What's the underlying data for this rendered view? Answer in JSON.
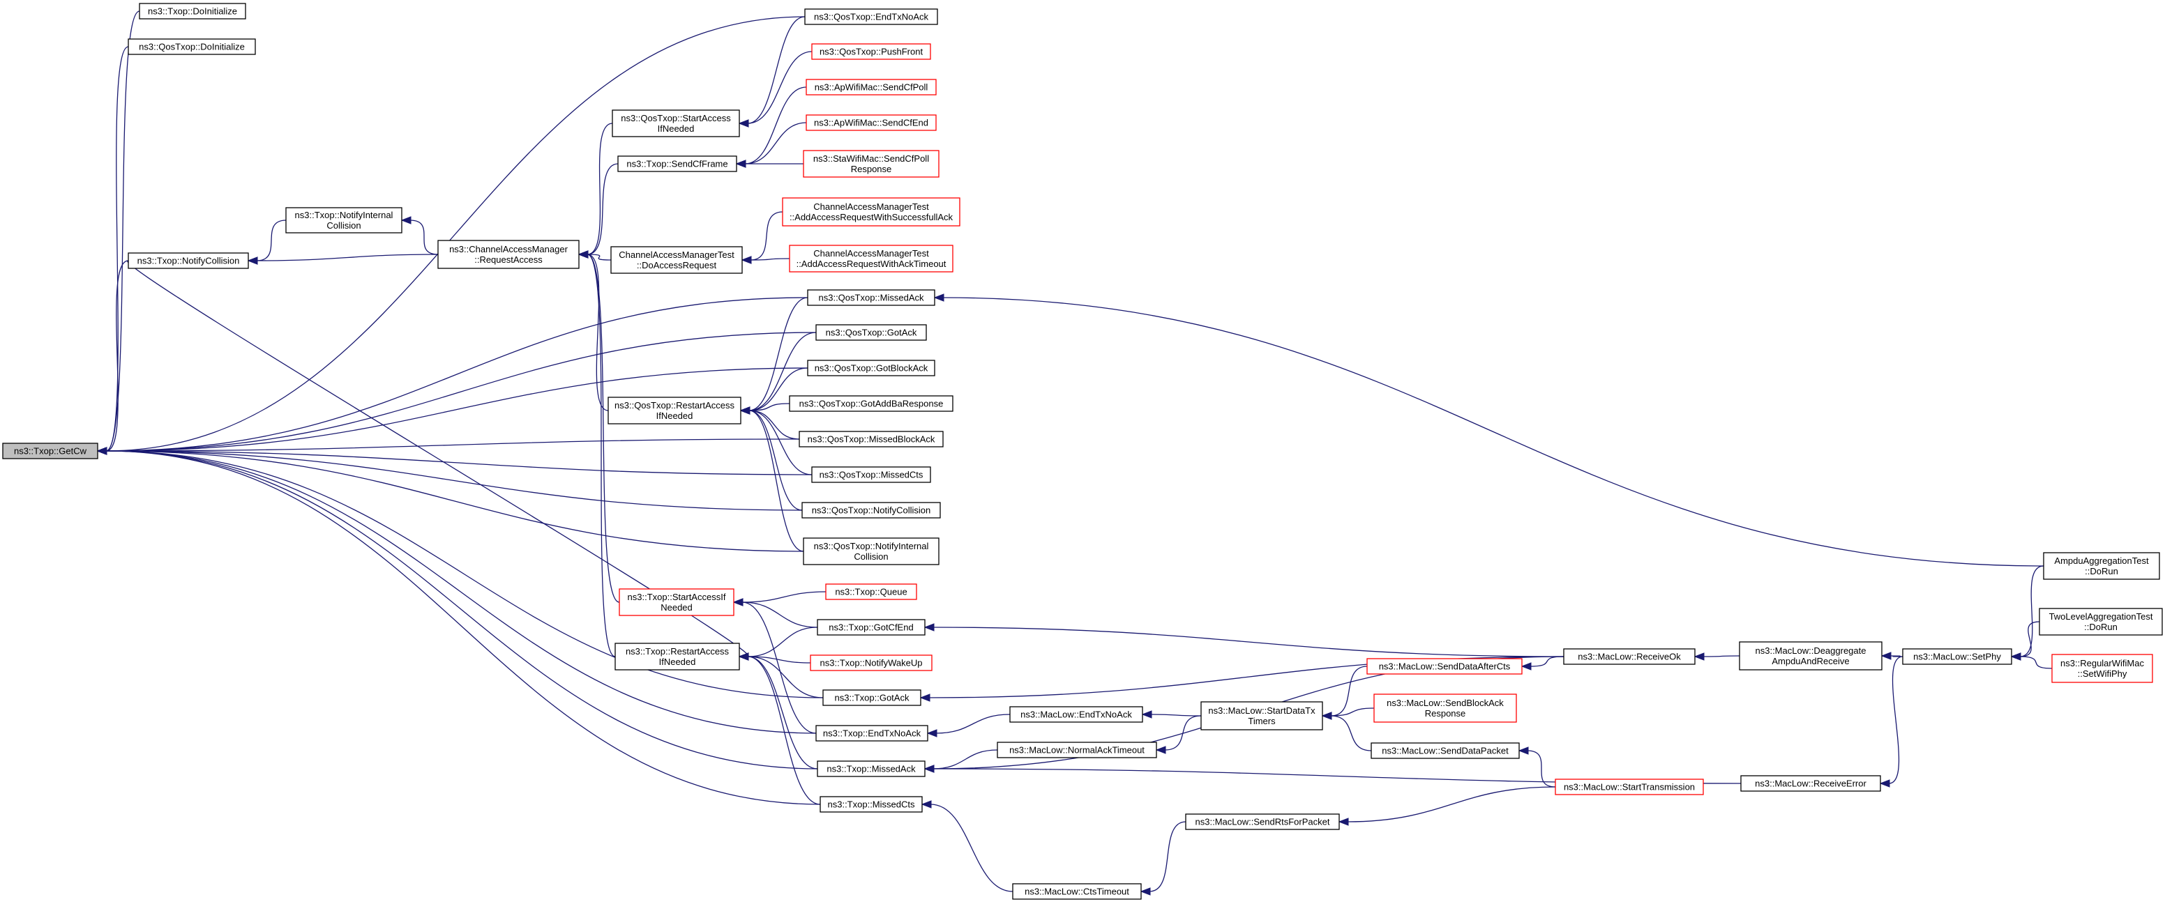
{
  "graph": {
    "root": "getcw",
    "nodes": [
      {
        "id": "getcw",
        "lines": [
          "ns3::Txop::GetCw"
        ],
        "style": "root"
      },
      {
        "id": "txop_doinit",
        "lines": [
          "ns3::Txop::DoInitialize"
        ],
        "style": "normal"
      },
      {
        "id": "qos_doinit",
        "lines": [
          "ns3::QosTxop::DoInitialize"
        ],
        "style": "normal"
      },
      {
        "id": "txop_notifycoll",
        "lines": [
          "ns3::Txop::NotifyCollision"
        ],
        "style": "normal"
      },
      {
        "id": "txop_notifyint",
        "lines": [
          "ns3::Txop::NotifyInternal",
          "Collision"
        ],
        "style": "normal"
      },
      {
        "id": "cam_reqaccess",
        "lines": [
          "ns3::ChannelAccessManager",
          "::RequestAccess"
        ],
        "style": "normal"
      },
      {
        "id": "qos_startaccess",
        "lines": [
          "ns3::QosTxop::StartAccess",
          "IfNeeded"
        ],
        "style": "normal"
      },
      {
        "id": "txop_sendcf",
        "lines": [
          "ns3::Txop::SendCfFrame"
        ],
        "style": "normal"
      },
      {
        "id": "camtest_doaccess",
        "lines": [
          "ChannelAccessManagerTest",
          "::DoAccessRequest"
        ],
        "style": "normal"
      },
      {
        "id": "qos_restart",
        "lines": [
          "ns3::QosTxop::RestartAccess",
          "IfNeeded"
        ],
        "style": "normal"
      },
      {
        "id": "txop_startaccess",
        "lines": [
          "ns3::Txop::StartAccessIf",
          "Needed"
        ],
        "style": "red"
      },
      {
        "id": "txop_restart",
        "lines": [
          "ns3::Txop::RestartAccess",
          "IfNeeded"
        ],
        "style": "normal"
      },
      {
        "id": "qos_endtxnoack",
        "lines": [
          "ns3::QosTxop::EndTxNoAck"
        ],
        "style": "normal"
      },
      {
        "id": "qos_pushfront",
        "lines": [
          "ns3::QosTxop::PushFront"
        ],
        "style": "red"
      },
      {
        "id": "ap_sendcfpoll",
        "lines": [
          "ns3::ApWifiMac::SendCfPoll"
        ],
        "style": "red"
      },
      {
        "id": "ap_sendcfend",
        "lines": [
          "ns3::ApWifiMac::SendCfEnd"
        ],
        "style": "red"
      },
      {
        "id": "sta_sendcfpoll",
        "lines": [
          "ns3::StaWifiMac::SendCfPoll",
          "Response"
        ],
        "style": "red"
      },
      {
        "id": "camtest_success",
        "lines": [
          "ChannelAccessManagerTest",
          "::AddAccessRequestWithSuccessfullAck"
        ],
        "style": "red"
      },
      {
        "id": "camtest_timeout",
        "lines": [
          "ChannelAccessManagerTest",
          "::AddAccessRequestWithAckTimeout"
        ],
        "style": "red"
      },
      {
        "id": "qos_missedack",
        "lines": [
          "ns3::QosTxop::MissedAck"
        ],
        "style": "normal"
      },
      {
        "id": "qos_gotack",
        "lines": [
          "ns3::QosTxop::GotAck"
        ],
        "style": "normal"
      },
      {
        "id": "qos_gotblockack",
        "lines": [
          "ns3::QosTxop::GotBlockAck"
        ],
        "style": "normal"
      },
      {
        "id": "qos_gotaddba",
        "lines": [
          "ns3::QosTxop::GotAddBaResponse"
        ],
        "style": "normal"
      },
      {
        "id": "qos_missedblockack",
        "lines": [
          "ns3::QosTxop::MissedBlockAck"
        ],
        "style": "normal"
      },
      {
        "id": "qos_missedcts",
        "lines": [
          "ns3::QosTxop::MissedCts"
        ],
        "style": "normal"
      },
      {
        "id": "qos_notifycoll",
        "lines": [
          "ns3::QosTxop::NotifyCollision"
        ],
        "style": "normal"
      },
      {
        "id": "qos_notifyint",
        "lines": [
          "ns3::QosTxop::NotifyInternal",
          "Collision"
        ],
        "style": "normal"
      },
      {
        "id": "txop_queue",
        "lines": [
          "ns3::Txop::Queue"
        ],
        "style": "red"
      },
      {
        "id": "txop_gotcfend",
        "lines": [
          "ns3::Txop::GotCfEnd"
        ],
        "style": "normal"
      },
      {
        "id": "txop_notifywake",
        "lines": [
          "ns3::Txop::NotifyWakeUp"
        ],
        "style": "red"
      },
      {
        "id": "txop_gotack",
        "lines": [
          "ns3::Txop::GotAck"
        ],
        "style": "normal"
      },
      {
        "id": "txop_endtxnoack",
        "lines": [
          "ns3::Txop::EndTxNoAck"
        ],
        "style": "normal"
      },
      {
        "id": "txop_missedack",
        "lines": [
          "ns3::Txop::MissedAck"
        ],
        "style": "normal"
      },
      {
        "id": "txop_missedcts",
        "lines": [
          "ns3::Txop::MissedCts"
        ],
        "style": "normal"
      },
      {
        "id": "mac_endtxnoack",
        "lines": [
          "ns3::MacLow::EndTxNoAck"
        ],
        "style": "normal"
      },
      {
        "id": "mac_normalack",
        "lines": [
          "ns3::MacLow::NormalAckTimeout"
        ],
        "style": "normal"
      },
      {
        "id": "mac_ctstimeout",
        "lines": [
          "ns3::MacLow::CtsTimeout"
        ],
        "style": "normal"
      },
      {
        "id": "mac_sendrts",
        "lines": [
          "ns3::MacLow::SendRtsForPacket"
        ],
        "style": "normal"
      },
      {
        "id": "mac_startdatatx",
        "lines": [
          "ns3::MacLow::StartDataTx",
          "Timers"
        ],
        "style": "normal"
      },
      {
        "id": "mac_senddataaftercts",
        "lines": [
          "ns3::MacLow::SendDataAfterCts"
        ],
        "style": "red"
      },
      {
        "id": "mac_sendblockack",
        "lines": [
          "ns3::MacLow::SendBlockAck",
          "Response"
        ],
        "style": "red"
      },
      {
        "id": "mac_senddatapacket",
        "lines": [
          "ns3::MacLow::SendDataPacket"
        ],
        "style": "normal"
      },
      {
        "id": "mac_starttrans",
        "lines": [
          "ns3::MacLow::StartTransmission"
        ],
        "style": "red"
      },
      {
        "id": "mac_receiveok",
        "lines": [
          "ns3::MacLow::ReceiveOk"
        ],
        "style": "normal"
      },
      {
        "id": "mac_deagg",
        "lines": [
          "ns3::MacLow::Deaggregate",
          "AmpduAndReceive"
        ],
        "style": "normal"
      },
      {
        "id": "mac_receiveerror",
        "lines": [
          "ns3::MacLow::ReceiveError"
        ],
        "style": "normal"
      },
      {
        "id": "mac_setphy",
        "lines": [
          "ns3::MacLow::SetPhy"
        ],
        "style": "normal"
      },
      {
        "id": "ampdu_test",
        "lines": [
          "AmpduAggregationTest",
          "::DoRun"
        ],
        "style": "normal"
      },
      {
        "id": "twolevel_test",
        "lines": [
          "TwoLevelAggregationTest",
          "::DoRun"
        ],
        "style": "normal"
      },
      {
        "id": "regular_setwifiphy",
        "lines": [
          "ns3::RegularWifiMac",
          "::SetWifiPhy"
        ],
        "style": "red"
      }
    ],
    "edges": [
      [
        "txop_doinit",
        "getcw"
      ],
      [
        "qos_doinit",
        "getcw"
      ],
      [
        "qos_endtxnoack",
        "getcw"
      ],
      [
        "txop_notifycoll",
        "getcw"
      ],
      [
        "qos_missedack",
        "getcw"
      ],
      [
        "qos_gotack",
        "getcw"
      ],
      [
        "qos_gotblockack",
        "getcw"
      ],
      [
        "qos_missedblockack",
        "getcw"
      ],
      [
        "qos_missedcts",
        "getcw"
      ],
      [
        "qos_notifycoll",
        "getcw"
      ],
      [
        "qos_notifyint",
        "getcw"
      ],
      [
        "txop_gotack",
        "getcw"
      ],
      [
        "txop_endtxnoack",
        "getcw"
      ],
      [
        "txop_missedack",
        "getcw"
      ],
      [
        "txop_missedcts",
        "getcw"
      ],
      [
        "txop_notifyint",
        "txop_notifycoll"
      ],
      [
        "cam_reqaccess",
        "txop_notifycoll"
      ],
      [
        "cam_reqaccess",
        "txop_notifyint"
      ],
      [
        "qos_startaccess",
        "cam_reqaccess"
      ],
      [
        "txop_sendcf",
        "cam_reqaccess"
      ],
      [
        "camtest_doaccess",
        "cam_reqaccess"
      ],
      [
        "qos_restart",
        "cam_reqaccess"
      ],
      [
        "txop_startaccess",
        "cam_reqaccess"
      ],
      [
        "txop_restart",
        "cam_reqaccess"
      ],
      [
        "qos_endtxnoack",
        "qos_startaccess"
      ],
      [
        "qos_pushfront",
        "qos_startaccess"
      ],
      [
        "ap_sendcfpoll",
        "txop_sendcf"
      ],
      [
        "ap_sendcfend",
        "txop_sendcf"
      ],
      [
        "sta_sendcfpoll",
        "txop_sendcf"
      ],
      [
        "camtest_success",
        "camtest_doaccess"
      ],
      [
        "camtest_timeout",
        "camtest_doaccess"
      ],
      [
        "qos_missedack",
        "qos_restart"
      ],
      [
        "qos_gotack",
        "qos_restart"
      ],
      [
        "qos_gotblockack",
        "qos_restart"
      ],
      [
        "qos_gotaddba",
        "qos_restart"
      ],
      [
        "qos_missedblockack",
        "qos_restart"
      ],
      [
        "qos_missedcts",
        "qos_restart"
      ],
      [
        "qos_notifycoll",
        "qos_restart"
      ],
      [
        "qos_notifyint",
        "qos_restart"
      ],
      [
        "txop_queue",
        "txop_startaccess"
      ],
      [
        "txop_gotcfend",
        "txop_startaccess"
      ],
      [
        "txop_endtxnoack",
        "txop_startaccess"
      ],
      [
        "txop_gotcfend",
        "txop_restart"
      ],
      [
        "txop_notifywake",
        "txop_restart"
      ],
      [
        "txop_gotack",
        "txop_restart"
      ],
      [
        "txop_missedack",
        "txop_restart"
      ],
      [
        "txop_missedcts",
        "txop_restart"
      ],
      [
        "txop_notifycoll",
        "txop_restart"
      ],
      [
        "mac_endtxnoack",
        "txop_endtxnoack"
      ],
      [
        "mac_normalack",
        "txop_missedack"
      ],
      [
        "mac_receiveok",
        "txop_missedack"
      ],
      [
        "mac_receiveerror",
        "txop_missedack"
      ],
      [
        "mac_ctstimeout",
        "txop_missedcts"
      ],
      [
        "mac_startdatatx",
        "mac_endtxnoack"
      ],
      [
        "mac_startdatatx",
        "mac_normalack"
      ],
      [
        "mac_sendrts",
        "mac_ctstimeout"
      ],
      [
        "mac_senddataaftercts",
        "mac_startdatatx"
      ],
      [
        "mac_sendblockack",
        "mac_startdatatx"
      ],
      [
        "mac_senddatapacket",
        "mac_startdatatx"
      ],
      [
        "mac_starttrans",
        "mac_senddatapacket"
      ],
      [
        "mac_starttrans",
        "mac_sendrts"
      ],
      [
        "mac_receiveok",
        "mac_senddataaftercts"
      ],
      [
        "mac_receiveok",
        "txop_gotcfend"
      ],
      [
        "mac_receiveok",
        "txop_gotack"
      ],
      [
        "mac_deagg",
        "mac_receiveok"
      ],
      [
        "mac_setphy",
        "mac_deagg"
      ],
      [
        "mac_setphy",
        "mac_receiveerror"
      ],
      [
        "ampdu_test",
        "mac_setphy"
      ],
      [
        "twolevel_test",
        "mac_setphy"
      ],
      [
        "regular_setwifiphy",
        "mac_setphy"
      ],
      [
        "ampdu_test",
        "qos_missedack"
      ]
    ]
  }
}
